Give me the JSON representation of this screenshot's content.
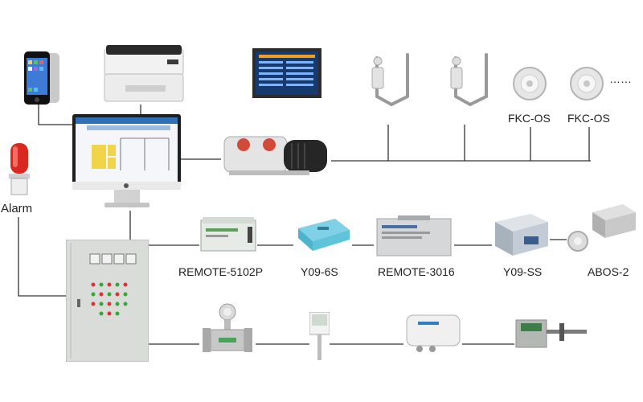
{
  "labels": {
    "alarm": "Alarm",
    "fkc_os_1": "FKC-OS",
    "fkc_os_2": "FKC-OS",
    "remote_5102p": "REMOTE-5102P",
    "y09_6s": "Y09-6S",
    "remote_3016": "REMOTE-3016",
    "y09_ss": "Y09-SS",
    "abos_2": "ABOS-2",
    "ellipsis": "……"
  },
  "colors": {
    "line": "#333333",
    "cabinet": "#d9dcd8",
    "monitor_bezel": "#1f1f1f",
    "alarm_red": "#d8281f"
  },
  "icons": [
    "smartphone-icon",
    "printer-icon",
    "monitor-screen-icon",
    "computer-monitor-icon",
    "vacuum-pump-icon",
    "alarm-light-icon",
    "control-cabinet-icon",
    "sampler-probe-icon",
    "sensor-disc-icon",
    "flowmeter-icon",
    "thermometer-display-icon",
    "pressure-transmitter-icon",
    "duct-sensor-icon"
  ]
}
